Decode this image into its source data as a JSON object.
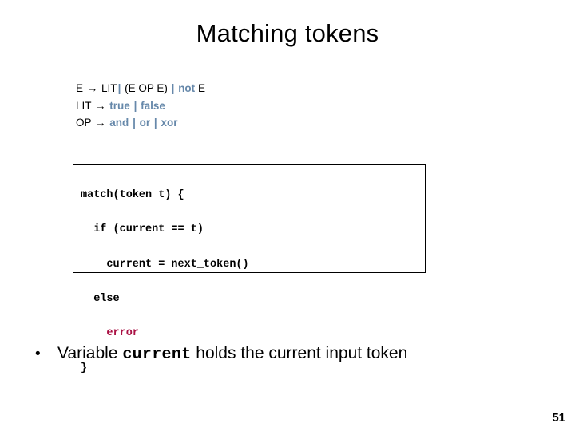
{
  "slide": {
    "title": "Matching tokens",
    "page_number": "51",
    "background_color": "#ffffff",
    "text_color": "#000000",
    "terminal_color": "#6688aa",
    "error_color": "#aa1144"
  },
  "grammar": {
    "lines": [
      {
        "lhs": "E",
        "arrow": "→",
        "parts": [
          {
            "text": "LIT",
            "kind": "nonterminal"
          },
          {
            "text": "|",
            "kind": "bar"
          },
          {
            "text": "(E OP E)",
            "kind": "nonterminal"
          },
          {
            "text": "|",
            "kind": "bar"
          },
          {
            "text": "not",
            "kind": "terminal"
          },
          {
            "text": "E",
            "kind": "nonterminal"
          }
        ],
        "full_text": "E → LIT | (E OP E) | not E"
      },
      {
        "lhs": "LIT",
        "arrow": "→",
        "parts": [
          {
            "text": "true",
            "kind": "terminal"
          },
          {
            "text": "|",
            "kind": "bar"
          },
          {
            "text": "false",
            "kind": "terminal"
          }
        ],
        "full_text": "LIT → true | false"
      },
      {
        "lhs": "OP",
        "arrow": "→",
        "parts": [
          {
            "text": "and",
            "kind": "terminal"
          },
          {
            "text": "|",
            "kind": "bar"
          },
          {
            "text": "or",
            "kind": "terminal"
          },
          {
            "text": "|",
            "kind": "bar"
          },
          {
            "text": "xor",
            "kind": "terminal"
          }
        ],
        "full_text": "OP → and | or | xor"
      }
    ]
  },
  "code_box": {
    "lines": [
      {
        "text": "match(token t) {",
        "highlight": ""
      },
      {
        "text": "  if (current == t)",
        "highlight": ""
      },
      {
        "text": "    current = next_token()",
        "highlight": ""
      },
      {
        "text": "  else",
        "highlight": ""
      },
      {
        "text": "    error",
        "highlight": "error"
      },
      {
        "text": "}",
        "highlight": ""
      }
    ]
  },
  "bullet": {
    "marker": "•",
    "before": "Variable ",
    "code": "current",
    "after": " holds the current input token",
    "full_text": "Variable current holds the current input token"
  }
}
